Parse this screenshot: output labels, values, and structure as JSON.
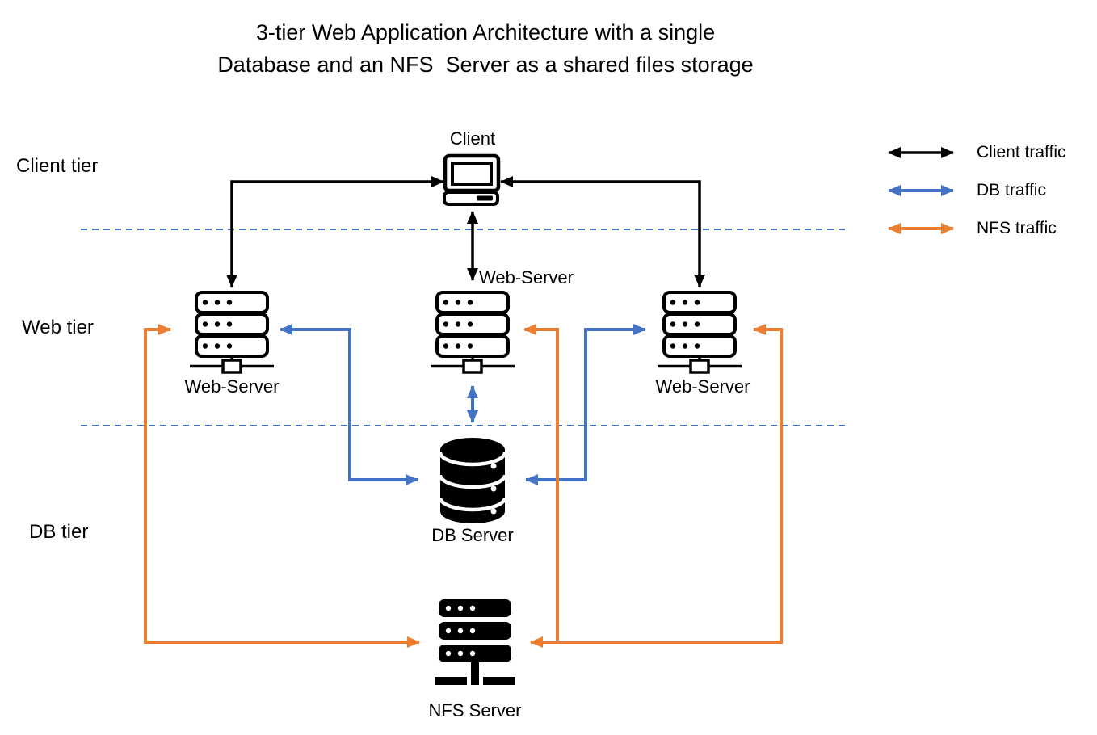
{
  "title": {
    "line1": "3-tier Web Application Architecture with a single",
    "line2": "Database and an NFS  Server as a shared files storage"
  },
  "tiers": {
    "client": {
      "label": "Client tier"
    },
    "web": {
      "label": "Web tier"
    },
    "db": {
      "label": "DB tier"
    }
  },
  "nodes": {
    "client": {
      "label": "Client",
      "icon": "desktop-computer-icon"
    },
    "web_left": {
      "label": "Web-Server",
      "icon": "server-rack-icon"
    },
    "web_middle": {
      "label": "Web-Server",
      "icon": "server-rack-icon"
    },
    "web_right": {
      "label": "Web-Server",
      "icon": "server-rack-icon"
    },
    "db": {
      "label": "DB Server",
      "icon": "database-cylinder-icon"
    },
    "nfs": {
      "label": "NFS Server",
      "icon": "server-rack-filled-icon"
    }
  },
  "legend": {
    "items": [
      {
        "label": "Client traffic",
        "type": "client_traffic",
        "color": "#000000"
      },
      {
        "label": "DB traffic",
        "type": "db_traffic",
        "color": "#4472C4"
      },
      {
        "label": "NFS traffic",
        "type": "nfs_traffic",
        "color": "#ED7D31"
      }
    ]
  },
  "connections": [
    {
      "from": "client",
      "to": "web_left",
      "type": "client_traffic",
      "bidirectional": true
    },
    {
      "from": "client",
      "to": "web_middle",
      "type": "client_traffic",
      "bidirectional": true
    },
    {
      "from": "client",
      "to": "web_right",
      "type": "client_traffic",
      "bidirectional": true
    },
    {
      "from": "web_left",
      "to": "db",
      "type": "db_traffic",
      "bidirectional": true
    },
    {
      "from": "web_middle",
      "to": "db",
      "type": "db_traffic",
      "bidirectional": true
    },
    {
      "from": "web_right",
      "to": "db",
      "type": "db_traffic",
      "bidirectional": true
    },
    {
      "from": "web_left",
      "to": "nfs",
      "type": "nfs_traffic",
      "bidirectional": true
    },
    {
      "from": "web_middle",
      "to": "nfs",
      "type": "nfs_traffic",
      "bidirectional": true
    },
    {
      "from": "web_right",
      "to": "nfs",
      "type": "nfs_traffic",
      "bidirectional": true
    }
  ],
  "colors": {
    "client_traffic": "#000000",
    "db_traffic": "#4472C4",
    "nfs_traffic": "#ED7D31",
    "tier_separator": "#4472C4",
    "icon": "#000000",
    "text": "#000000",
    "background": "#FFFFFF"
  }
}
